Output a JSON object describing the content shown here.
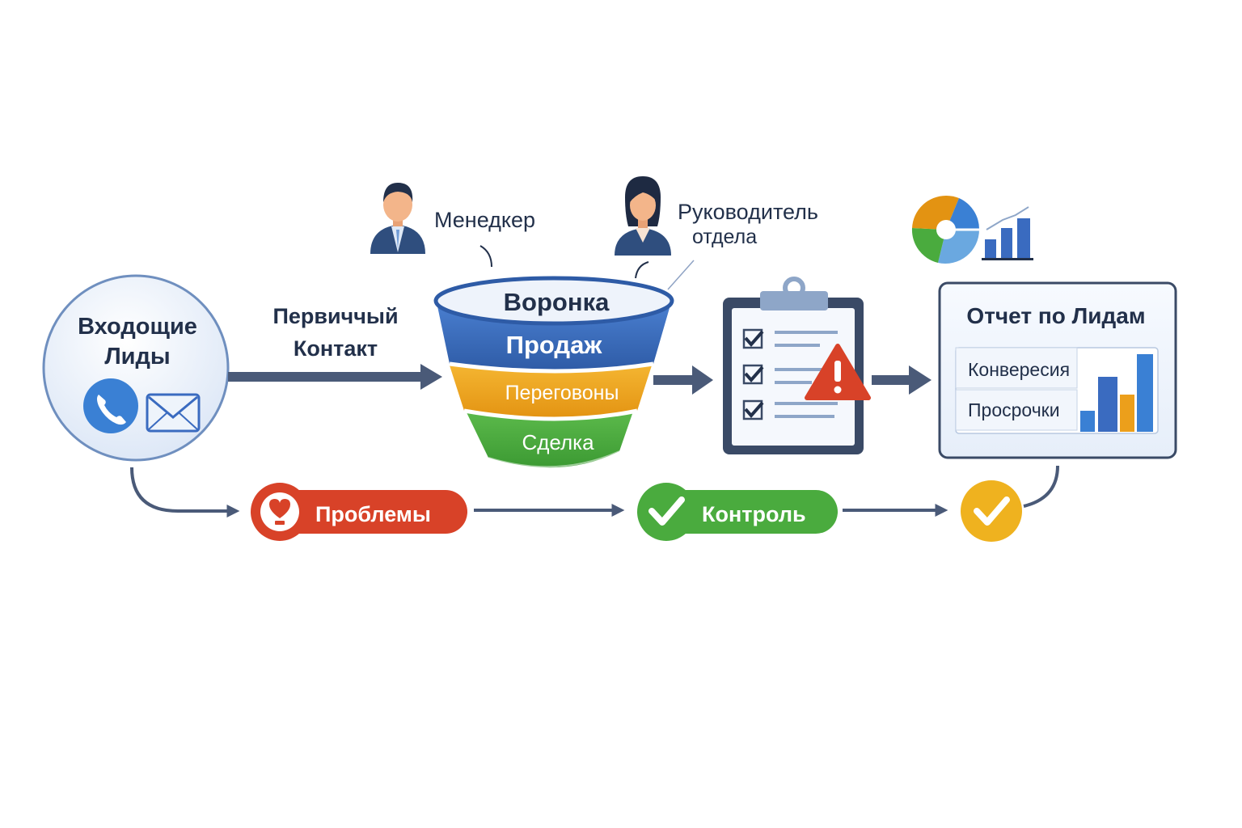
{
  "incoming": {
    "line1": "Входощие",
    "line2": "Лиды",
    "icons": [
      "phone-icon",
      "envelope-icon"
    ]
  },
  "first_contact": {
    "line1": "Первиччый",
    "line2": "Контакт"
  },
  "manager": {
    "label": "Менедкер",
    "icon": "man-avatar-icon"
  },
  "head": {
    "line1": "Руководитель",
    "line2": "отдела",
    "icon": "woman-avatar-icon"
  },
  "funnel": {
    "stage1": "Воронка",
    "stage2": "Продаж",
    "stage3": "Переговоны",
    "stage4": "Сделка"
  },
  "report": {
    "title": "Отчет по Лидам",
    "row1": "Конвересия",
    "row2": "Просрочки"
  },
  "status": {
    "problems": "Проблемы",
    "control": "Контроль"
  },
  "colors": {
    "blue": "#3a6bc0",
    "navy": "#22304a",
    "arrow": "#4a5a78",
    "orange": "#ec9f1b",
    "green": "#4aab3e",
    "red": "#d84228",
    "yellow": "#efb21f",
    "light_bg": "#eef3fb"
  }
}
